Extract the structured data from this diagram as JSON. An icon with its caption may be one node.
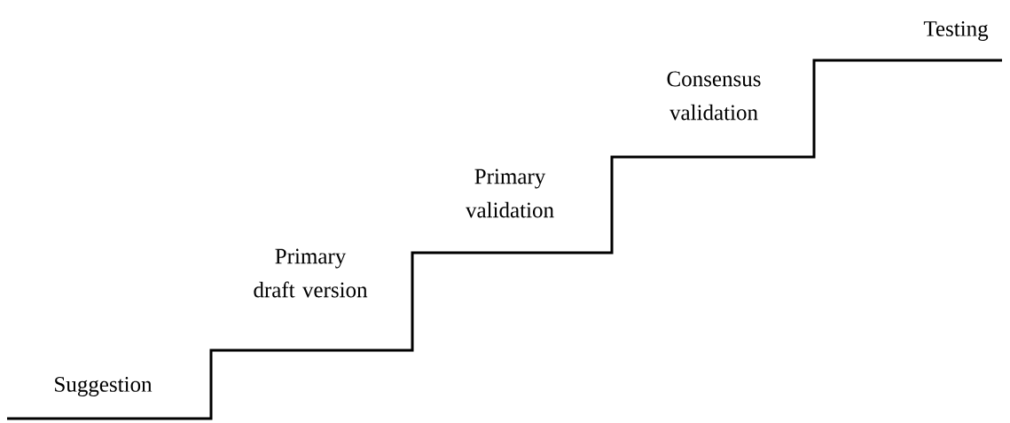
{
  "diagram": {
    "labels": [
      "Suggestion",
      "Primary draft version",
      "Primary validation",
      "Consensus validation",
      "Testing"
    ]
  }
}
